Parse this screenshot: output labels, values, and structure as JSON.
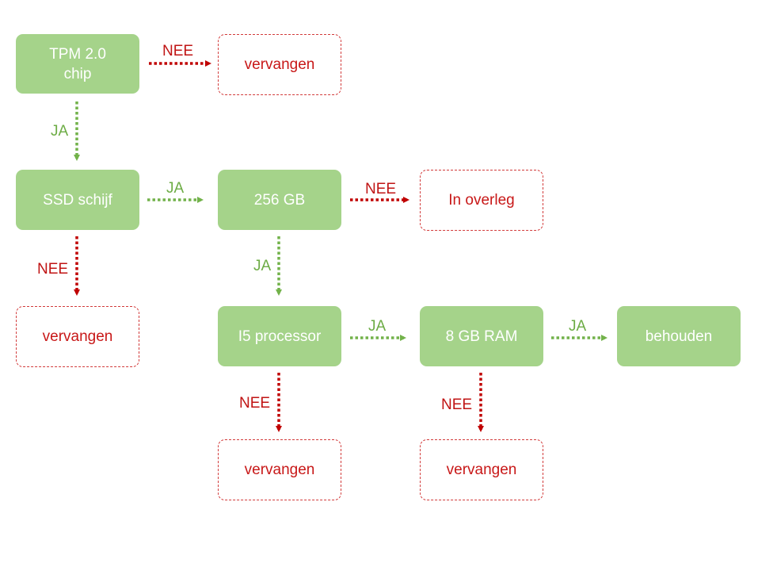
{
  "colors": {
    "yes_box": "#a5d38a",
    "yes_arrow": "#72b24a",
    "no_box_border": "#d23b3b",
    "no_arrow": "#c00000"
  },
  "nodes": {
    "tpm": "TPM 2.0\nchip",
    "replace_tpm": "vervangen",
    "ssd": "SSD schijf",
    "gb256": "256 GB",
    "consult": "In overleg",
    "replace_ssd": "vervangen",
    "i5": "I5 processor",
    "ram": "8 GB RAM",
    "keep": "behouden",
    "replace_i5": "vervangen",
    "replace_ram": "vervangen"
  },
  "edges": {
    "tpm_no": "NEE",
    "tpm_yes": "JA",
    "ssd_yes": "JA",
    "ssd_no": "NEE",
    "gb256_no": "NEE",
    "gb256_yes": "JA",
    "i5_yes": "JA",
    "i5_no": "NEE",
    "ram_yes": "JA",
    "ram_no": "NEE"
  }
}
